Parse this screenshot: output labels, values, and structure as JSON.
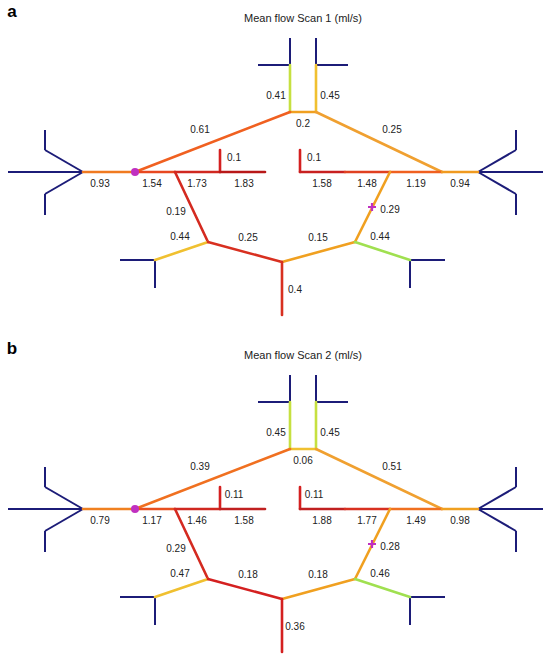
{
  "diagram": {
    "labels": [
      "a",
      "Mean flow Scan 1 (ml/s)",
      "0.41",
      "0.45",
      "0.61",
      "0.2",
      "0.25",
      "0.1",
      "0.1",
      "0.93",
      "1.54",
      "1.73",
      "1.83",
      "1.58",
      "1.48",
      "1.19",
      "0.94",
      "0.19",
      "0.29",
      "0.44",
      "0.25",
      "0.15",
      "0.44",
      "0.4",
      "b",
      "Mean flow Scan 2 (ml/s)",
      "0.45",
      "0.45",
      "0.39",
      "0.06",
      "0.51",
      "0.11",
      "0.11",
      "0.79",
      "1.17",
      "1.46",
      "1.58",
      "1.88",
      "1.77",
      "1.49",
      "0.98",
      "0.29",
      "0.28",
      "0.47",
      "0.18",
      "0.18",
      "0.46",
      "0.36"
    ]
  }
}
